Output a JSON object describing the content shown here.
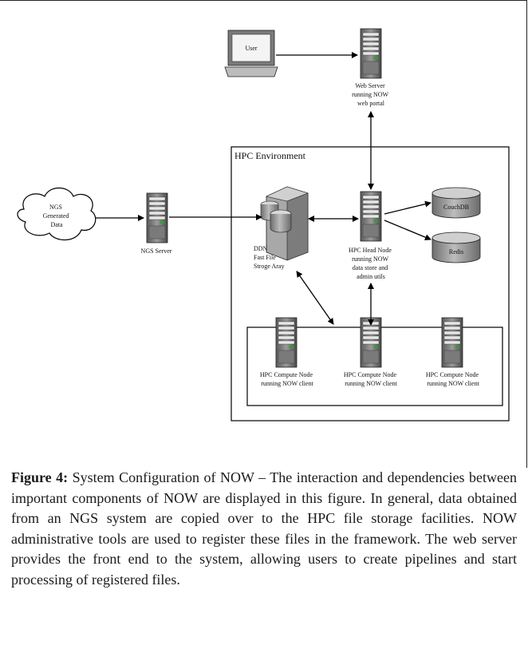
{
  "diagram": {
    "user_label": "User",
    "web_server_label": [
      "Web Server",
      "running NOW",
      "web portal"
    ],
    "hpc_env_label": "HPC Environment",
    "cloud_label": [
      "NGS",
      "Generated",
      "Data"
    ],
    "ngs_server_label": "NGS Server",
    "ddn_label": [
      "DDN",
      "Fast File",
      "Stroge Aray"
    ],
    "head_node_label": [
      "HPC Head Node",
      "running NOW",
      "data store and",
      "admin utils"
    ],
    "couchdb_label": "CouchDB",
    "redis_label": "Redis",
    "compute_nodes": [
      [
        "HPC Compute Node",
        "running NOW client"
      ],
      [
        "HPC Compute Node",
        "running NOW client"
      ],
      [
        "HPC Compute Node",
        "running NOW client"
      ]
    ]
  },
  "caption": {
    "figure_label": "Figure 4:",
    "text": " System Configuration of NOW – The interaction and dependencies between important components of NOW are displayed in this figure. In general, data obtained from an NGS system are copied over to the HPC file storage facilities. NOW administrative tools are used to register these files in the framework. The web server provides the front end to the system, allowing users to create pipelines and start processing of registered files."
  }
}
